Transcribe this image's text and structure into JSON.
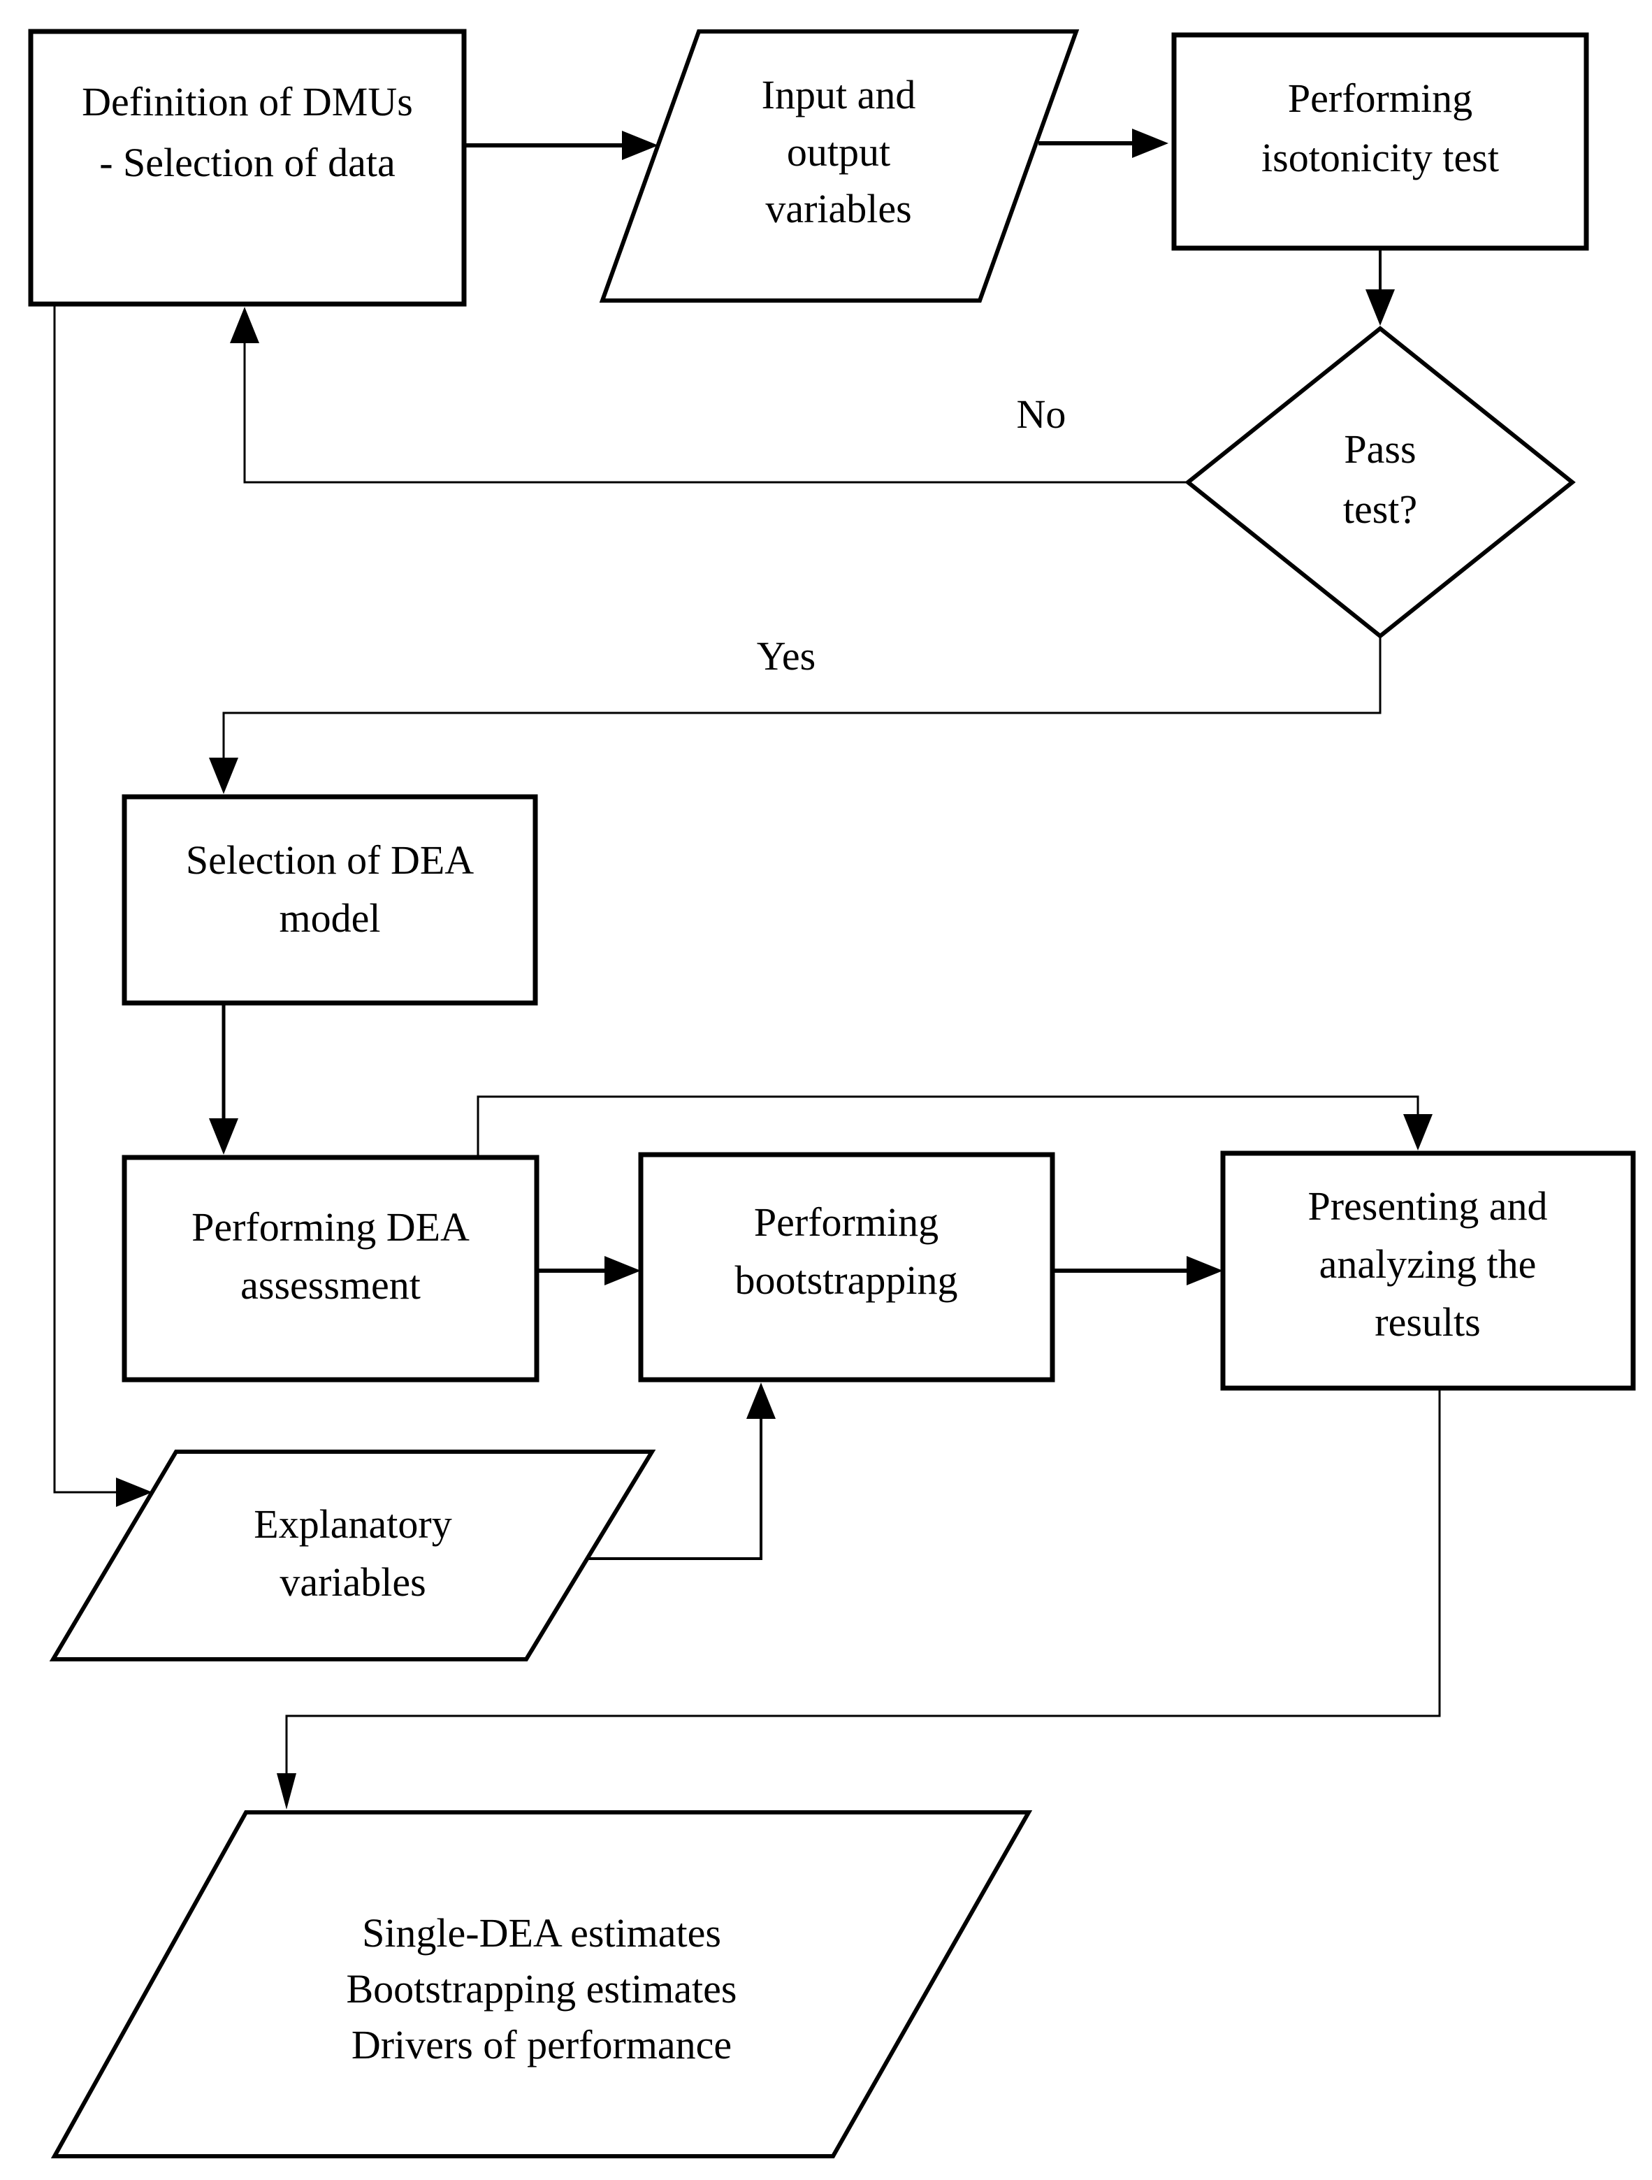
{
  "canvas": {
    "background_color": "#ffffff",
    "line_color": "#000000"
  },
  "nodes": {
    "definition": {
      "shape": "rectangle",
      "lines": [
        "Definition of DMUs",
        "- Selection of data"
      ]
    },
    "io_variables": {
      "shape": "parallelogram",
      "lines": [
        "Input and",
        "output",
        "variables"
      ]
    },
    "isotonicity": {
      "shape": "rectangle",
      "lines": [
        "Performing",
        "isotonicity test"
      ]
    },
    "pass_test": {
      "shape": "diamond",
      "lines": [
        "Pass",
        "test?"
      ]
    },
    "dea_model": {
      "shape": "rectangle",
      "lines": [
        "Selection of DEA",
        "model"
      ]
    },
    "dea_assessment": {
      "shape": "rectangle",
      "lines": [
        "Performing DEA",
        "assessment"
      ]
    },
    "bootstrapping": {
      "shape": "rectangle",
      "lines": [
        "Performing",
        "bootstrapping"
      ]
    },
    "presenting": {
      "shape": "rectangle",
      "lines": [
        "Presenting and",
        "analyzing the",
        "results"
      ]
    },
    "explanatory": {
      "shape": "parallelogram",
      "lines": [
        "Explanatory",
        "variables"
      ]
    },
    "outputs": {
      "shape": "parallelogram",
      "lines": [
        "Single-DEA estimates",
        "Bootstrapping estimates",
        "Drivers of performance"
      ]
    }
  },
  "edge_labels": {
    "no": "No",
    "yes": "Yes"
  }
}
